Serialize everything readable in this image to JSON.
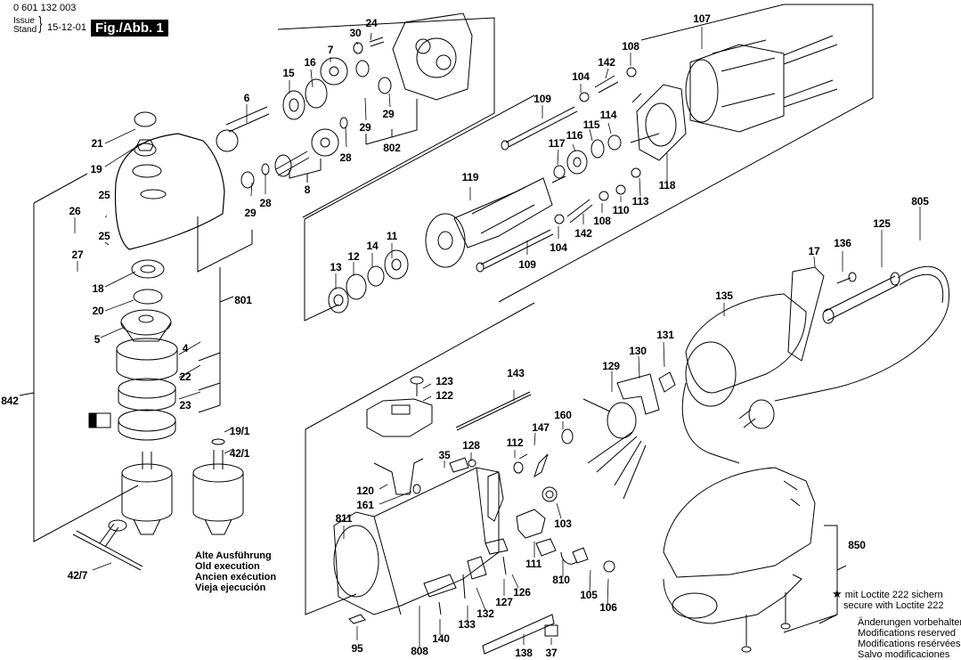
{
  "header": {
    "document_number": "0 601 132 003",
    "issue_label_de": "Issue",
    "issue_label_en": "Stand",
    "issue_date": "15-12-01",
    "figure_label": "Fig./Abb. 1"
  },
  "callouts": [
    {
      "id": "c30",
      "text": "30"
    },
    {
      "id": "c24",
      "text": "24"
    },
    {
      "id": "c7",
      "text": "7"
    },
    {
      "id": "c16",
      "text": "16"
    },
    {
      "id": "c15",
      "text": "15"
    },
    {
      "id": "c6",
      "text": "6"
    },
    {
      "id": "c21",
      "text": "21"
    },
    {
      "id": "c19",
      "text": "19"
    },
    {
      "id": "c29a",
      "text": "29"
    },
    {
      "id": "c29b",
      "text": "29"
    },
    {
      "id": "c29c",
      "text": "29"
    },
    {
      "id": "c28a",
      "text": "28"
    },
    {
      "id": "c28b",
      "text": "28"
    },
    {
      "id": "c8",
      "text": "8"
    },
    {
      "id": "c802",
      "text": "802"
    },
    {
      "id": "c25a",
      "text": "25"
    },
    {
      "id": "c25b",
      "text": "25"
    },
    {
      "id": "c26",
      "text": "26"
    },
    {
      "id": "c27",
      "text": "27"
    },
    {
      "id": "c18",
      "text": "18"
    },
    {
      "id": "c20",
      "text": "20"
    },
    {
      "id": "c5",
      "text": "5"
    },
    {
      "id": "c4",
      "text": "4"
    },
    {
      "id": "c22",
      "text": "22"
    },
    {
      "id": "c23",
      "text": "23"
    },
    {
      "id": "c801",
      "text": "801"
    },
    {
      "id": "c842",
      "text": "842"
    },
    {
      "id": "c19_1",
      "text": "19/1"
    },
    {
      "id": "c42_1",
      "text": "42/1"
    },
    {
      "id": "c42_7",
      "text": "42/7"
    },
    {
      "id": "c107",
      "text": "107"
    },
    {
      "id": "c108a",
      "text": "108"
    },
    {
      "id": "c142a",
      "text": "142"
    },
    {
      "id": "c104a",
      "text": "104"
    },
    {
      "id": "c109a",
      "text": "109"
    },
    {
      "id": "c117",
      "text": "117"
    },
    {
      "id": "c116",
      "text": "116"
    },
    {
      "id": "c115",
      "text": "115"
    },
    {
      "id": "c114",
      "text": "114"
    },
    {
      "id": "c118",
      "text": "118"
    },
    {
      "id": "c113",
      "text": "113"
    },
    {
      "id": "c110",
      "text": "110"
    },
    {
      "id": "c108b",
      "text": "108"
    },
    {
      "id": "c142b",
      "text": "142"
    },
    {
      "id": "c104b",
      "text": "104"
    },
    {
      "id": "c109b",
      "text": "109"
    },
    {
      "id": "c119",
      "text": "119"
    },
    {
      "id": "c11",
      "text": "11"
    },
    {
      "id": "c14",
      "text": "14"
    },
    {
      "id": "c12",
      "text": "12"
    },
    {
      "id": "c13",
      "text": "13"
    },
    {
      "id": "c805",
      "text": "805"
    },
    {
      "id": "c125",
      "text": "125"
    },
    {
      "id": "c136",
      "text": "136"
    },
    {
      "id": "c17",
      "text": "17"
    },
    {
      "id": "c135",
      "text": "135"
    },
    {
      "id": "c131",
      "text": "131"
    },
    {
      "id": "c130",
      "text": "130"
    },
    {
      "id": "c129",
      "text": "129"
    },
    {
      "id": "c160",
      "text": "160"
    },
    {
      "id": "c143",
      "text": "143"
    },
    {
      "id": "c123",
      "text": "123"
    },
    {
      "id": "c122",
      "text": "122"
    },
    {
      "id": "c147",
      "text": "147"
    },
    {
      "id": "c112",
      "text": "112"
    },
    {
      "id": "c128",
      "text": "128"
    },
    {
      "id": "c35",
      "text": "35"
    },
    {
      "id": "c120",
      "text": "120"
    },
    {
      "id": "c161",
      "text": "161"
    },
    {
      "id": "c103",
      "text": "103"
    },
    {
      "id": "c811",
      "text": "811"
    },
    {
      "id": "c111",
      "text": "111"
    },
    {
      "id": "c810",
      "text": "810"
    },
    {
      "id": "c105",
      "text": "105"
    },
    {
      "id": "c106",
      "text": "106"
    },
    {
      "id": "c126",
      "text": "126"
    },
    {
      "id": "c127",
      "text": "127"
    },
    {
      "id": "c132",
      "text": "132"
    },
    {
      "id": "c133",
      "text": "133"
    },
    {
      "id": "c140",
      "text": "140"
    },
    {
      "id": "c808",
      "text": "808"
    },
    {
      "id": "c95",
      "text": "95"
    },
    {
      "id": "c138",
      "text": "138"
    },
    {
      "id": "c37",
      "text": "37"
    },
    {
      "id": "c850",
      "text": "850"
    }
  ],
  "old_execution_note": [
    "Alte Ausführung",
    "Old execution",
    "Ancien exécution",
    "Vieja ejecución"
  ],
  "loctite_note": {
    "symbol": "★",
    "lines": [
      "mit Loctite 222 sichern",
      "secure with Loctite 222"
    ]
  },
  "modifications_note": [
    "Änderungen vorbehalten",
    "Modifications reserved",
    "Modifications resérvées",
    "Salvo modificaciones"
  ]
}
